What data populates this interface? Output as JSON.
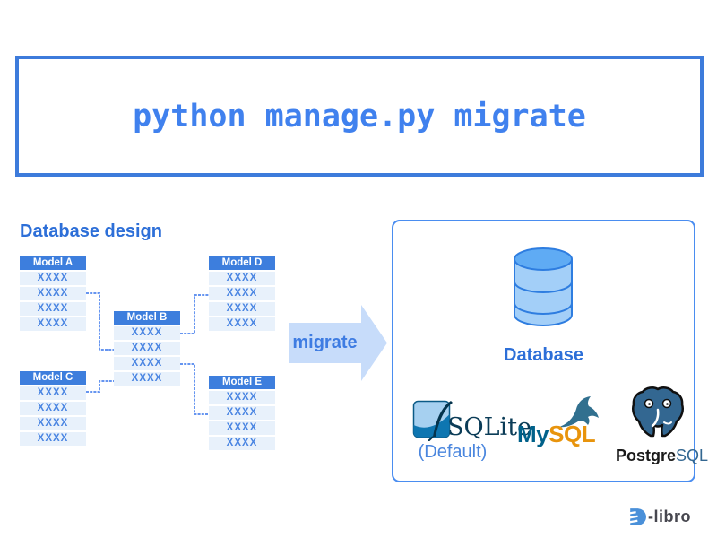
{
  "command_box": {
    "command": "python manage.py migrate"
  },
  "design_section": {
    "title": "Database design",
    "tables": [
      {
        "header": "Model A",
        "rows": [
          "XXXX",
          "XXXX",
          "XXXX",
          "XXXX"
        ]
      },
      {
        "header": "Model B",
        "rows": [
          "XXXX",
          "XXXX",
          "XXXX",
          "XXXX"
        ]
      },
      {
        "header": "Model C",
        "rows": [
          "XXXX",
          "XXXX",
          "XXXX",
          "XXXX"
        ]
      },
      {
        "header": "Model D",
        "rows": [
          "XXXX",
          "XXXX",
          "XXXX",
          "XXXX"
        ]
      },
      {
        "header": "Model E",
        "rows": [
          "XXXX",
          "XXXX",
          "XXXX",
          "XXXX"
        ]
      }
    ]
  },
  "arrow": {
    "label": "migrate"
  },
  "database_panel": {
    "label": "Database",
    "engines": {
      "sqlite": {
        "name": "SQLite",
        "note": "(Default)"
      },
      "mysql": {
        "name_part_my": "My",
        "name_part_sql": "SQL"
      },
      "postgresql": {
        "name_part_postgre": "Postgre",
        "name_part_sql": "SQL"
      }
    }
  },
  "branding": {
    "suffix": "-libro"
  },
  "colors": {
    "accent_blue": "#3d7bdb",
    "command_text": "#4081ee",
    "table_header_bg": "#3d7edd",
    "table_row_bg": "#e8f1fb",
    "table_row_text": "#4a85e2",
    "connector": "#6695f0",
    "arrow_fill": "#c7dcfa",
    "arrow_text": "#3e7ce2",
    "panel_border": "#4a8df0",
    "cylinder_top": "#5fabf4",
    "cylinder_body": "#a3cff8",
    "cylinder_outline": "#2e7de0",
    "sqlite_text": "#0b3c57",
    "mysql_my": "#00618a",
    "mysql_sql": "#e8940c",
    "postgres_blue": "#336791",
    "brand_text": "#47474f"
  }
}
